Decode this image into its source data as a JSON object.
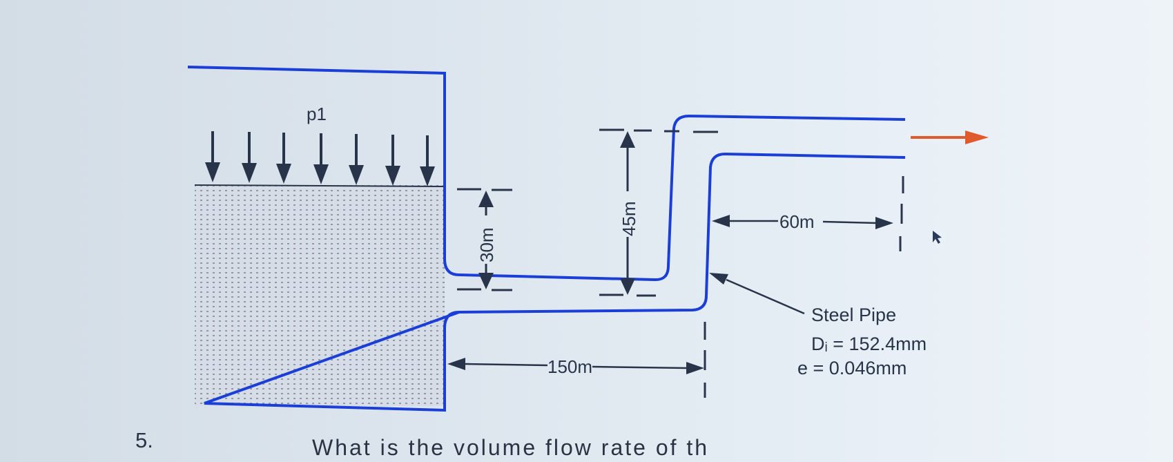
{
  "diagram": {
    "pressure_label": "p1",
    "dimension_30": "30m",
    "dimension_45": "45m",
    "dimension_60": "60m",
    "dimension_150": "150m",
    "pipe_label": "Steel Pipe",
    "diameter_label": "Dᵢ = 152.4mm",
    "roughness_label": "e = 0.046mm",
    "colors": {
      "pipe": "#1b3fd6",
      "dimension": "#27344a",
      "flow_arrow": "#e05a2b",
      "tank_fill": "#c9d2dc"
    },
    "icons": [
      "pressure-arrow-icon",
      "flow-direction-arrow-icon",
      "mouse-cursor-icon"
    ]
  },
  "question": {
    "number": "5.",
    "text_partial": "What is the volume flow rate of th"
  }
}
